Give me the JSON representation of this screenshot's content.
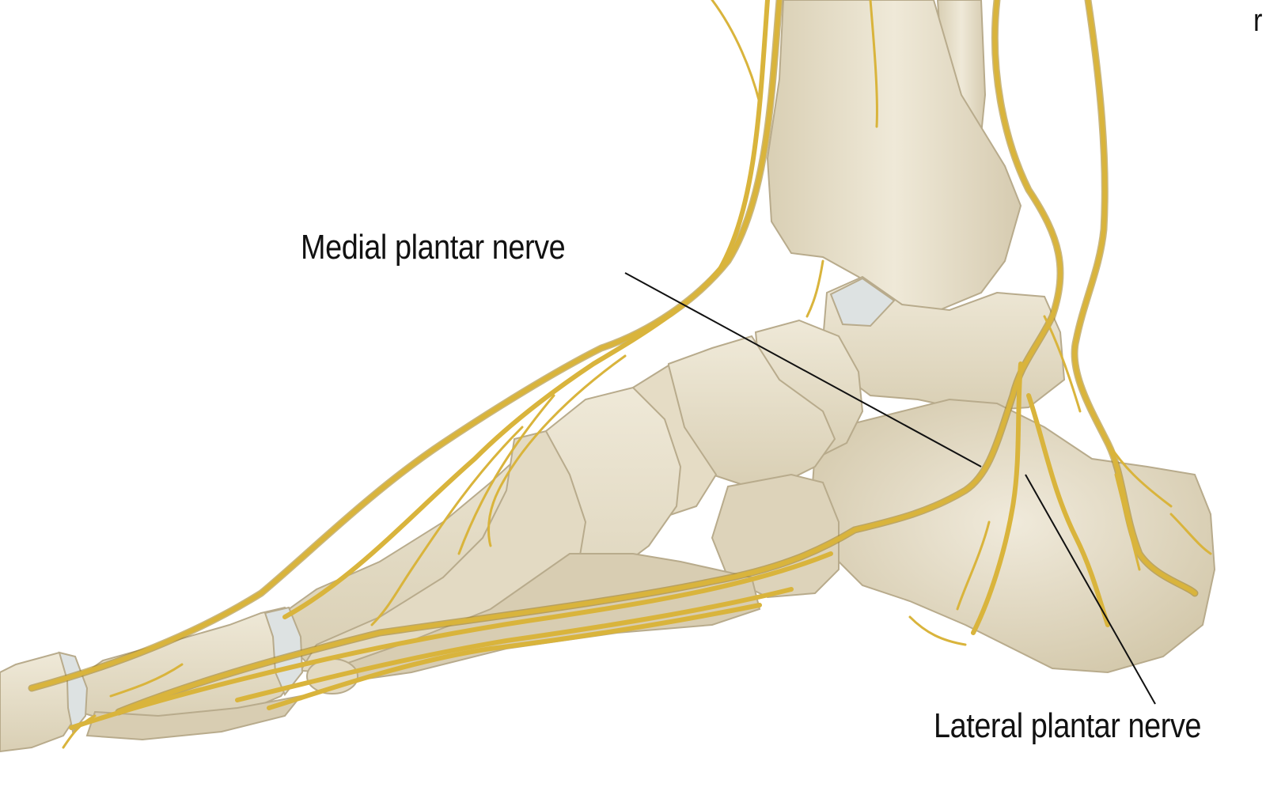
{
  "figure": {
    "labels": {
      "medial_plantar_nerve": "Medial plantar nerve",
      "lateral_plantar_nerve": "Lateral plantar nerve"
    },
    "corner_text": "r"
  },
  "colors": {
    "background": "#ffffff",
    "bone_fill": "#e8e0cc",
    "bone_shadow": "#cfc4a8",
    "bone_outline": "#b8ab8c",
    "cartilage": "#dde2e2",
    "nerve": "#d9b43c",
    "nerve_outline": "#9e7d1c",
    "leader_line": "#111111",
    "label_text": "#111111"
  }
}
